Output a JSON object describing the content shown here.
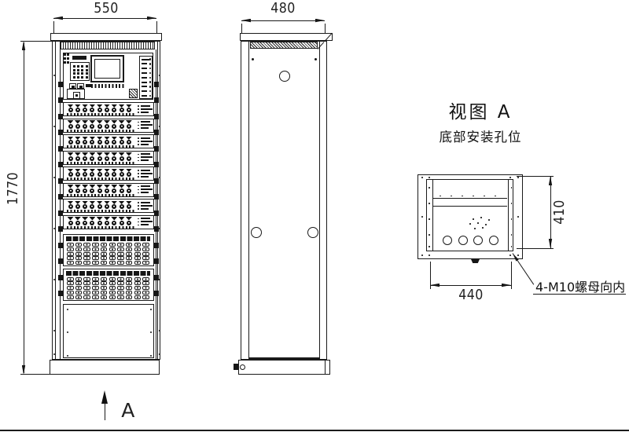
{
  "sheet": {
    "background": "#ffffff",
    "line_color": "#1a1a1a"
  },
  "front_view": {
    "width_dim": "550",
    "height_dim": "1770",
    "knob_module_rows": 8,
    "knobs_per_row": 9,
    "terminal_blocks": 2,
    "terminal_grid_cols": 10,
    "terminal_grid_rows": 5
  },
  "control_panel": {
    "keypad_rows": 4,
    "keypad_cols": 4,
    "button_groups": 5,
    "indicator_rows": 9
  },
  "side_view": {
    "depth_dim": "480"
  },
  "view_a": {
    "title": "视图 A",
    "subtitle": "底部安装孔位",
    "width_dim": "440",
    "height_dim": "410",
    "leader_note": "4-M10螺母向内",
    "cable_holes": 4
  },
  "section_marker": {
    "label": "A"
  }
}
